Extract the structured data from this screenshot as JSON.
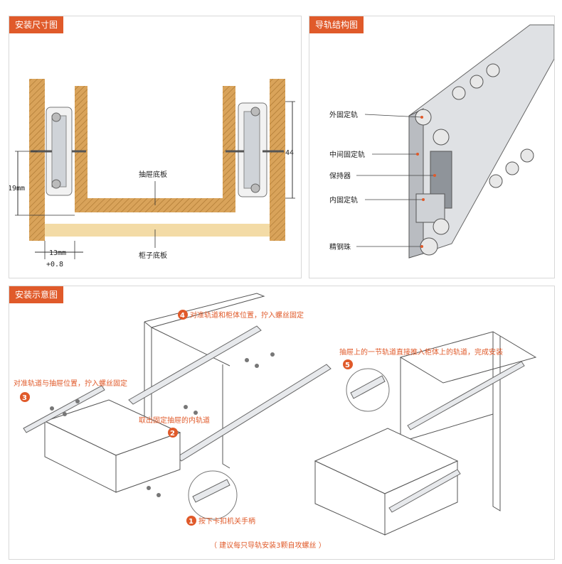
{
  "panels": {
    "size": {
      "title": "安装尺寸图"
    },
    "structure": {
      "title": "导轨结构图"
    },
    "install": {
      "title": "安装示意图"
    }
  },
  "size_diagram": {
    "drawer_bottom": "抽屉底板",
    "cabinet_bottom": "柜子底板",
    "dim_height": "19mm",
    "dim_gap": "13mm",
    "dim_tolerance": "+0.8",
    "dim_right": "44"
  },
  "structure_diagram": {
    "outer_rail": "外固定轨",
    "middle_rail": "中间固定轨",
    "retainer": "保持器",
    "inner_rail": "内固定轨",
    "steel_ball": "精钢珠"
  },
  "install_steps": {
    "step1": {
      "num": "1",
      "text": "按下卡扣机关手柄"
    },
    "step2": {
      "num": "2",
      "text": "取出固定抽屉的内轨道"
    },
    "step3": {
      "num": "3",
      "text": "对准轨道与抽屉位置，拧入螺丝固定"
    },
    "step4": {
      "num": "4",
      "text": "对准轨道和柜体位置，拧入螺丝固定"
    },
    "step5": {
      "num": "5",
      "text": "抽屉上的一节轨道直接推入柜体上的轨道，完成安装"
    },
    "note": "（ 建议每只导轨安装3颗自攻螺丝 ）"
  },
  "colors": {
    "accent": "#e05a2a",
    "wood": "#d9a35a",
    "wood_light": "#f3dba6"
  }
}
